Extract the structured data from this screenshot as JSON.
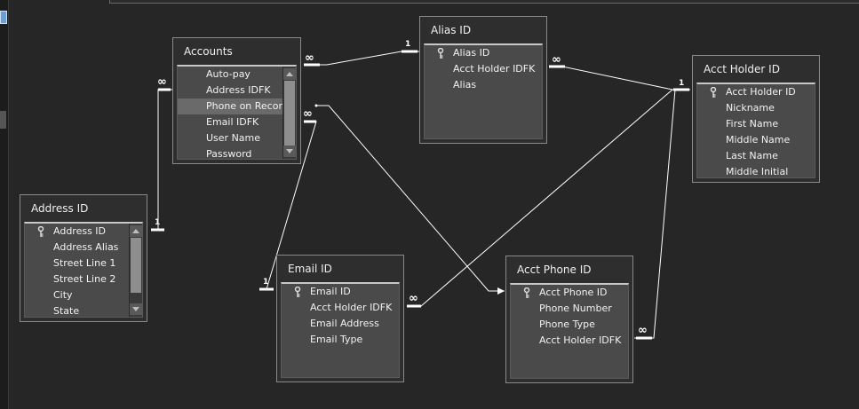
{
  "tables": {
    "accounts": {
      "title": "Accounts",
      "fields": [
        "Auto-pay",
        "Address IDFK",
        "Phone on Record",
        "Email IDFK",
        "User Name",
        "Password"
      ],
      "selected_field": "Phone on Record"
    },
    "alias": {
      "title": "Alias ID",
      "fields": [
        "Alias ID",
        "Acct Holder IDFK",
        "Alias"
      ],
      "key_field": "Alias ID"
    },
    "acct_holder": {
      "title": "Acct Holder ID",
      "fields": [
        "Acct Holder ID",
        "Nickname",
        "First Name",
        "Middle Name",
        "Last Name",
        "Middle Initial"
      ],
      "key_field": "Acct Holder ID"
    },
    "address": {
      "title": "Address ID",
      "fields": [
        "Address ID",
        "Address Alias",
        "Street Line 1",
        "Street Line 2",
        "City",
        "State"
      ],
      "key_field": "Address ID"
    },
    "email": {
      "title": "Email ID",
      "fields": [
        "Email ID",
        "Acct Holder IDFK",
        "Email Address",
        "Email Type"
      ],
      "key_field": "Email ID"
    },
    "phone": {
      "title": "Acct Phone ID",
      "fields": [
        "Acct Phone ID",
        "Phone Number",
        "Phone Type",
        "Acct Holder IDFK"
      ],
      "key_field": "Acct Phone ID"
    }
  },
  "relationships": {
    "one_label": "1",
    "many_label": "∞"
  },
  "icons": {
    "key": "primary-key-icon",
    "scroll_up": "scroll-up-arrow-icon",
    "scroll_down": "scroll-down-arrow-icon"
  },
  "colors": {
    "background": "#262626",
    "window": "#2e2e2e",
    "field_list": "#4a4a4a",
    "selected": "#6a6a6a",
    "line": "#ffffff"
  }
}
